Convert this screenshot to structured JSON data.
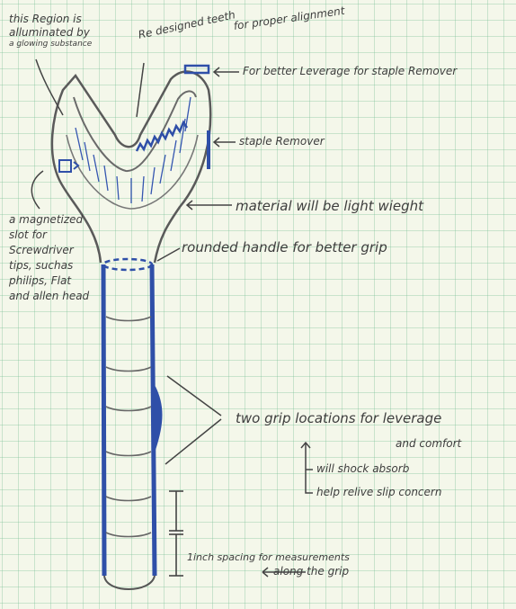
{
  "notes": {
    "glow_region": [
      "this Region is",
      "alluminated by",
      "a glowing substance"
    ],
    "teeth": "Re designed teeth",
    "alignment": "for proper alignment",
    "leverage": "For better Leverage for staple Remover",
    "staple_remover": "staple Remover",
    "material": "material will be light wieght",
    "magnet_slot": [
      "a magnetized",
      "slot for",
      "Screwdriver",
      "tips, suchas",
      "philips, Flat",
      "and allen head"
    ],
    "handle": "rounded handle for better grip",
    "grip": "two grip locations for leverage",
    "comfort": "and comfort",
    "shock": "will shock absorb",
    "slip": "help relive slip concern",
    "spacing_line1": "1inch spacing for measurements",
    "spacing_line2": "along the grip"
  },
  "colors": {
    "pencil": "#5a5a5a",
    "blue_ink": "#2f4fa8",
    "grid": "#9ccfb0",
    "paper": "#f4f7ea"
  }
}
